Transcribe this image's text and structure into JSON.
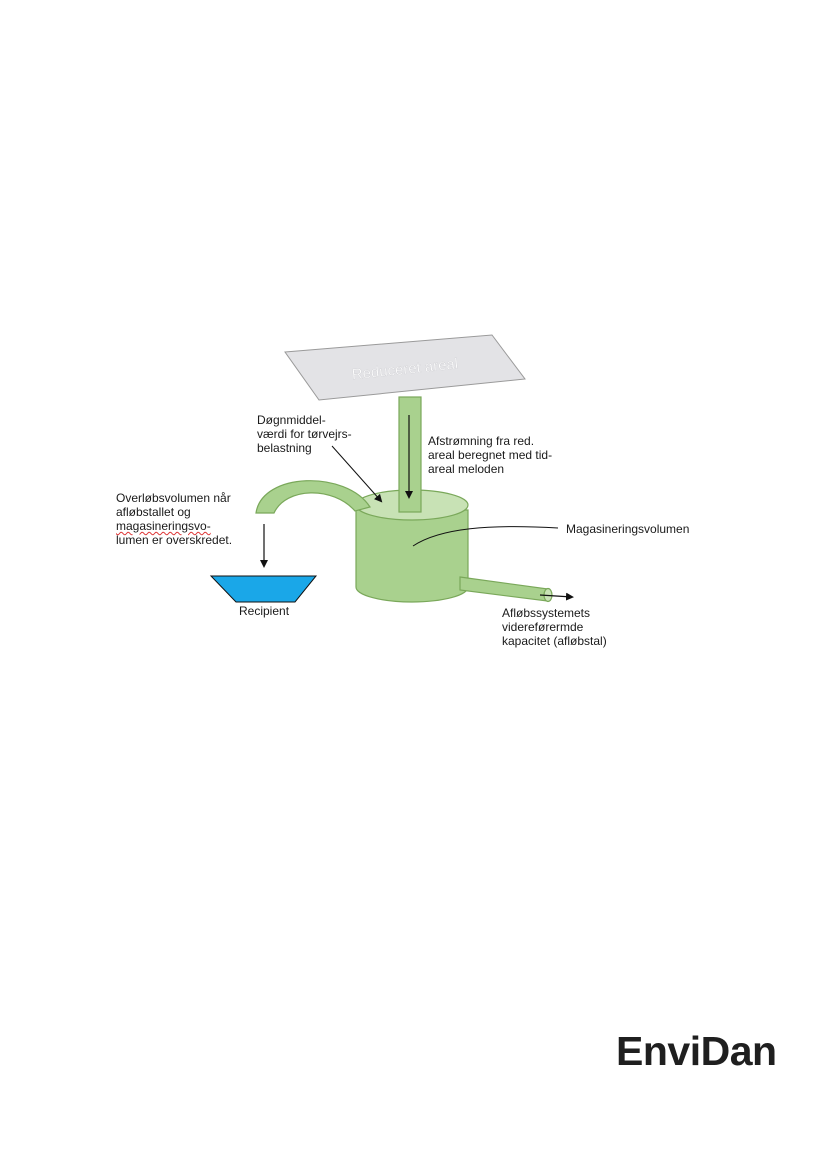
{
  "diagram": {
    "plane_label": "Reduceret areal",
    "labels": {
      "dogn": [
        "Døgnmiddel-",
        "værdi for tørvejrs-",
        "belastning"
      ],
      "afstromning": [
        "Afstrømning fra red.",
        "areal beregnet med tid-",
        "areal meloden"
      ],
      "overlob": [
        "Overløbsvolumen når",
        "afløbstallet og",
        "magasineringsvo-",
        "lumen er overskredet."
      ],
      "magasin": "Magasineringsvolumen",
      "recipient": "Recipient",
      "afloeb": [
        "Afløbssystemets",
        "videreførermde",
        "kapacitet (afløbstal)"
      ]
    },
    "colors": {
      "green_fill": "#a9d18e",
      "green_top": "#c8e2b5",
      "green_stroke": "#7aa85a",
      "plane_fill": "#e3e3e6",
      "recipient_fill": "#1aa7e8"
    }
  },
  "brand": {
    "logo_text": "EnviDan"
  }
}
